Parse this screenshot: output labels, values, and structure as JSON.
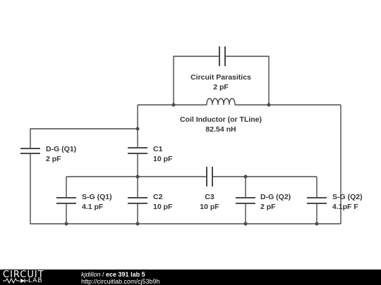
{
  "circuit": {
    "parasitic": {
      "name": "Circuit Parasitics",
      "value": "2 pF"
    },
    "inductor": {
      "name": "Coil Inductor (or TLine)",
      "value": "82.54 nH"
    },
    "dg_q1": {
      "name": "D-G (Q1)",
      "value": "2 pF"
    },
    "c1": {
      "name": "C1",
      "value": "10 pF"
    },
    "sg_q1": {
      "name": "S-G (Q1)",
      "value": "4.1 pF"
    },
    "c2": {
      "name": "C2",
      "value": "10 pF"
    },
    "c3": {
      "name": "C3",
      "value": "10 pF"
    },
    "dg_q2": {
      "name": "D-G (Q2)",
      "value": "2 pF"
    },
    "sg_q2": {
      "name": "S-G (Q2)",
      "value": "4.1pF F"
    }
  },
  "footer": {
    "logo_top": "CIRCUIT",
    "logo_bottom": "LAB",
    "user": "kjdillon",
    "separator": " / ",
    "title": "ece 391 lab 5",
    "url": "http://circuitlab.com/cj53b9h"
  }
}
